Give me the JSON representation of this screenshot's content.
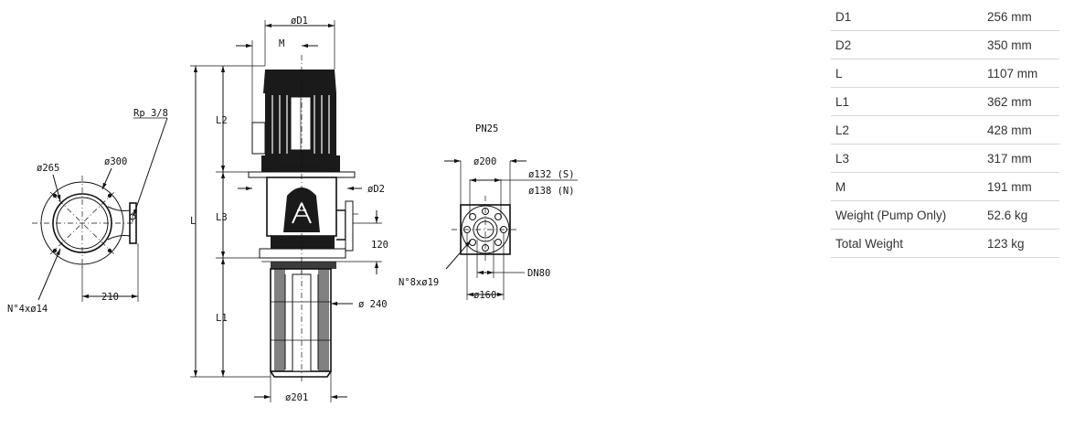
{
  "drawing": {
    "side_view": {
      "labels": {
        "d1": "øD1",
        "m": "M",
        "l": "L",
        "l1": "L1",
        "l2": "L2",
        "l3": "L3",
        "d2": "øD2",
        "dim_120": "120",
        "dia_240": "ø 240",
        "dia_201": "ø201"
      }
    },
    "top_view": {
      "labels": {
        "rp": "Rp 3/8",
        "dia_265": "ø265",
        "dia_300": "ø300",
        "bolt_holes": "N°4xø14",
        "dim_210": "210"
      }
    },
    "flange_view": {
      "labels": {
        "pressure": "PN25",
        "dia_200": "ø200",
        "dia_132": "ø132 (S)",
        "dia_138": "ø138 (N)",
        "bolt_holes": "N°8xø19",
        "dn": "DN80",
        "dia_160": "ø160"
      }
    }
  },
  "specs": [
    {
      "key": "D1",
      "value": "256 mm"
    },
    {
      "key": "D2",
      "value": "350 mm"
    },
    {
      "key": "L",
      "value": "1107 mm"
    },
    {
      "key": "L1",
      "value": "362 mm"
    },
    {
      "key": "L2",
      "value": "428 mm"
    },
    {
      "key": "L3",
      "value": "317 mm"
    },
    {
      "key": "M",
      "value": "191 mm"
    },
    {
      "key": "Weight (Pump Only)",
      "value": "52.6 kg"
    },
    {
      "key": "Total Weight",
      "value": "123 kg"
    }
  ]
}
